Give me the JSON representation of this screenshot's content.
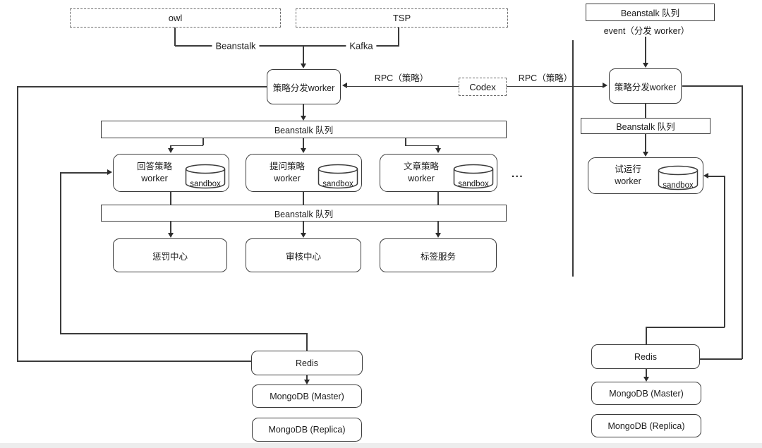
{
  "colors": {
    "line": "#3b3b3b",
    "background": "#ffffff"
  },
  "sources": {
    "owl": "owl",
    "tsp": "TSP"
  },
  "labels": {
    "beanstalk": "Beanstalk",
    "kafka": "Kafka",
    "rpc_left": "RPC（策略）",
    "rpc_right": "RPC（策略）",
    "codex": "Codex",
    "event": "event（分发 worker）",
    "ellipsis": "..."
  },
  "left": {
    "dispatcher": "策略分发worker",
    "queue_top": "Beanstalk 队列",
    "queue_bottom": "Beanstalk 队列",
    "workers": [
      {
        "title": "回答策略",
        "subtitle": "worker",
        "db": "sandbox"
      },
      {
        "title": "提问策略",
        "subtitle": "worker",
        "db": "sandbox"
      },
      {
        "title": "文章策略",
        "subtitle": "worker",
        "db": "sandbox"
      }
    ],
    "services": [
      "惩罚中心",
      "审核中心",
      "标签服务"
    ],
    "redis": "Redis",
    "mongo_master": "MongoDB (Master)",
    "mongo_replica": "MongoDB (Replica)"
  },
  "right": {
    "queue_top": "Beanstalk 队列",
    "dispatcher": "策略分发worker",
    "queue_mid": "Beanstalk 队列",
    "worker": {
      "title": "试运行",
      "subtitle": "worker",
      "db": "sandbox"
    },
    "redis": "Redis",
    "mongo_master": "MongoDB (Master)",
    "mongo_replica": "MongoDB (Replica)"
  }
}
